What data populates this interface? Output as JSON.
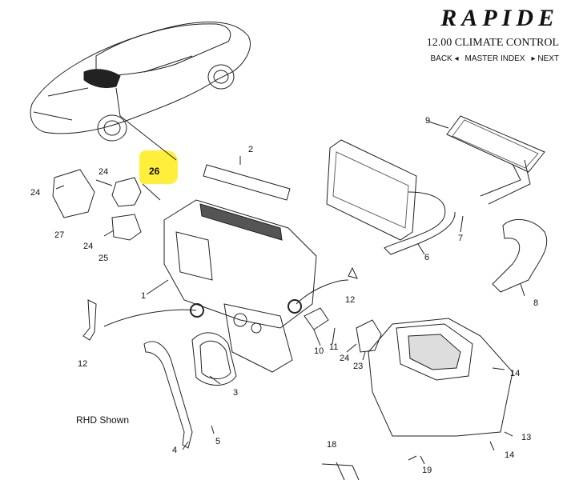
{
  "header": {
    "brand": "RAPIDE",
    "section_title": "12.00 CLIMATE CONTROL",
    "nav": {
      "back": "BACK ◂",
      "master_index": "MASTER INDEX",
      "next": "▸ NEXT"
    }
  },
  "diagram": {
    "note": "RHD Shown",
    "highlighted_part": "26",
    "callouts": {
      "c1": "1",
      "c2": "2",
      "c3": "3",
      "c4": "4",
      "c5": "5",
      "c6": "6",
      "c7": "7",
      "c8": "8",
      "c9": "9",
      "c10": "10",
      "c11": "11",
      "c12a": "12",
      "c12b": "12",
      "c13": "13",
      "c14a": "14",
      "c14b": "14",
      "c18": "18",
      "c19": "19",
      "c23": "23",
      "c24a": "24",
      "c24b": "24",
      "c24c": "24",
      "c24d": "24",
      "c25": "25",
      "c26": "26",
      "c27": "27"
    }
  },
  "colors": {
    "highlight": "#ffef3a",
    "line": "#111111"
  }
}
